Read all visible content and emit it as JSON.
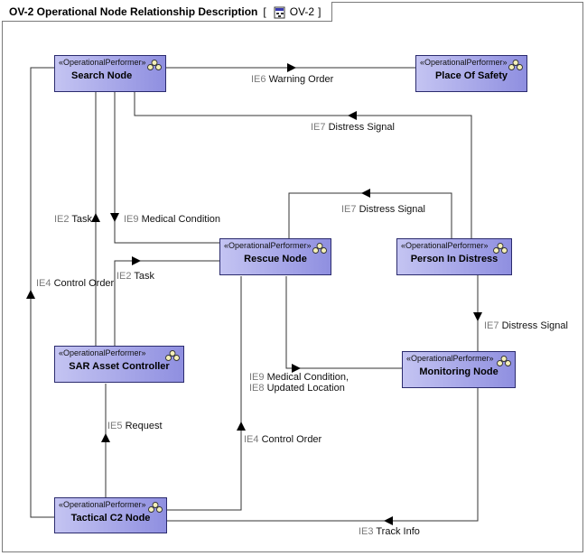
{
  "diagram": {
    "title": "OV-2 Operational Node Relationship Description",
    "ref_label": "OV-2"
  },
  "nodes": [
    {
      "key": "search",
      "stereotype": "«OperationalPerformer»",
      "name": "Search Node"
    },
    {
      "key": "safety",
      "stereotype": "«OperationalPerformer»",
      "name": "Place Of Safety"
    },
    {
      "key": "rescue",
      "stereotype": "«OperationalPerformer»",
      "name": "Rescue Node"
    },
    {
      "key": "distress",
      "stereotype": "«OperationalPerformer»",
      "name": "Person In Distress"
    },
    {
      "key": "sar",
      "stereotype": "«OperationalPerformer»",
      "name": "SAR Asset Controller"
    },
    {
      "key": "monitor",
      "stereotype": "«OperationalPerformer»",
      "name": "Monitoring Node"
    },
    {
      "key": "tactical",
      "stereotype": "«OperationalPerformer»",
      "name": "Tactical C2 Node"
    }
  ],
  "edges": [
    {
      "key": "ie6",
      "id": "IE6",
      "text": "Warning Order",
      "from": "Search Node",
      "to": "Place Of Safety"
    },
    {
      "key": "ie7a",
      "id": "IE7",
      "text": "Distress Signal",
      "from": "Person In Distress",
      "to": "Search Node"
    },
    {
      "key": "ie7b",
      "id": "IE7",
      "text": "Distress Signal",
      "from": "Person In Distress",
      "to": "Rescue Node"
    },
    {
      "key": "ie2a",
      "id": "IE2",
      "text": "Task",
      "from": "SAR Asset Controller",
      "to": "Search Node"
    },
    {
      "key": "ie9",
      "id": "IE9",
      "text": "Medical Condition",
      "from": "Search Node",
      "to": "Rescue Node"
    },
    {
      "key": "ie2b",
      "id": "IE2",
      "text": "Task",
      "from": "SAR Asset Controller",
      "to": "Rescue Node"
    },
    {
      "key": "ie4a",
      "id": "IE4",
      "text": "Control Order",
      "from": "Tactical C2 Node",
      "to": "Search Node"
    },
    {
      "key": "ie7c",
      "id": "IE7",
      "text": "Distress Signal",
      "from": "Person In Distress",
      "to": "Monitoring Node"
    },
    {
      "key": "ie98",
      "id": "IE9",
      "text": "Medical Condition,",
      "id2": "IE8",
      "text2": "Updated Location",
      "from": "Rescue Node",
      "to": "Monitoring Node"
    },
    {
      "key": "ie5",
      "id": "IE5",
      "text": "Request",
      "from": "Tactical C2 Node",
      "to": "SAR Asset Controller"
    },
    {
      "key": "ie4b",
      "id": "IE4",
      "text": "Control Order",
      "from": "Tactical C2 Node",
      "to": "Rescue Node"
    },
    {
      "key": "ie3",
      "id": "IE3",
      "text": "Track Info",
      "from": "Monitoring Node",
      "to": "Tactical C2 Node"
    }
  ]
}
